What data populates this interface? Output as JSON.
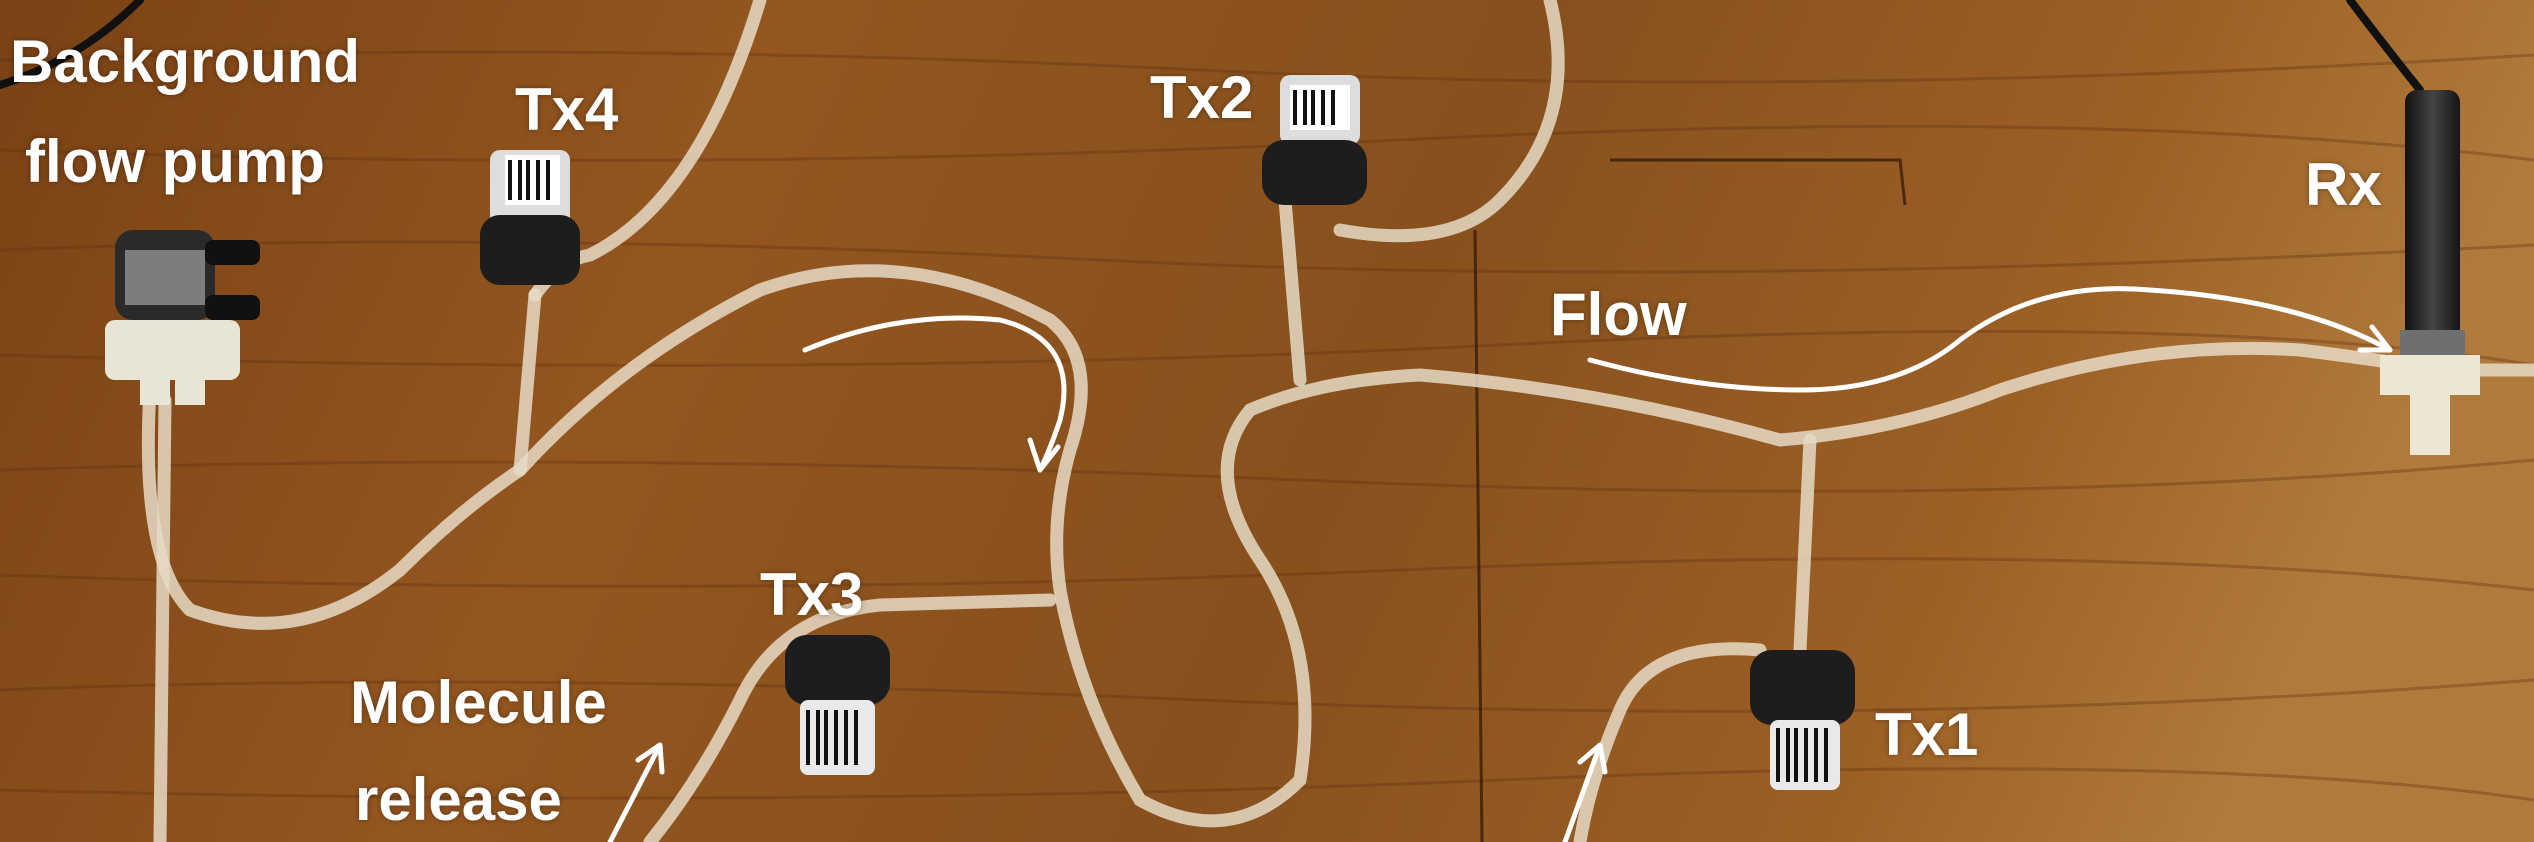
{
  "labels": {
    "background_pump_line1": "Background",
    "background_pump_line2": "flow pump",
    "tx4": "Tx4",
    "tx2": "Tx2",
    "tx3": "Tx3",
    "tx1": "Tx1",
    "rx": "Rx",
    "flow": "Flow",
    "molecule_release_line1": "Molecule",
    "molecule_release_line2": "release"
  },
  "colors": {
    "wood_base": "#8a4f1c",
    "wood_dark": "#5e3210",
    "tube": "#e4d8c4",
    "pump_body": "#1c1c1c",
    "label_text": "#ffffff",
    "rx_sensor": "#2a2a2a"
  }
}
